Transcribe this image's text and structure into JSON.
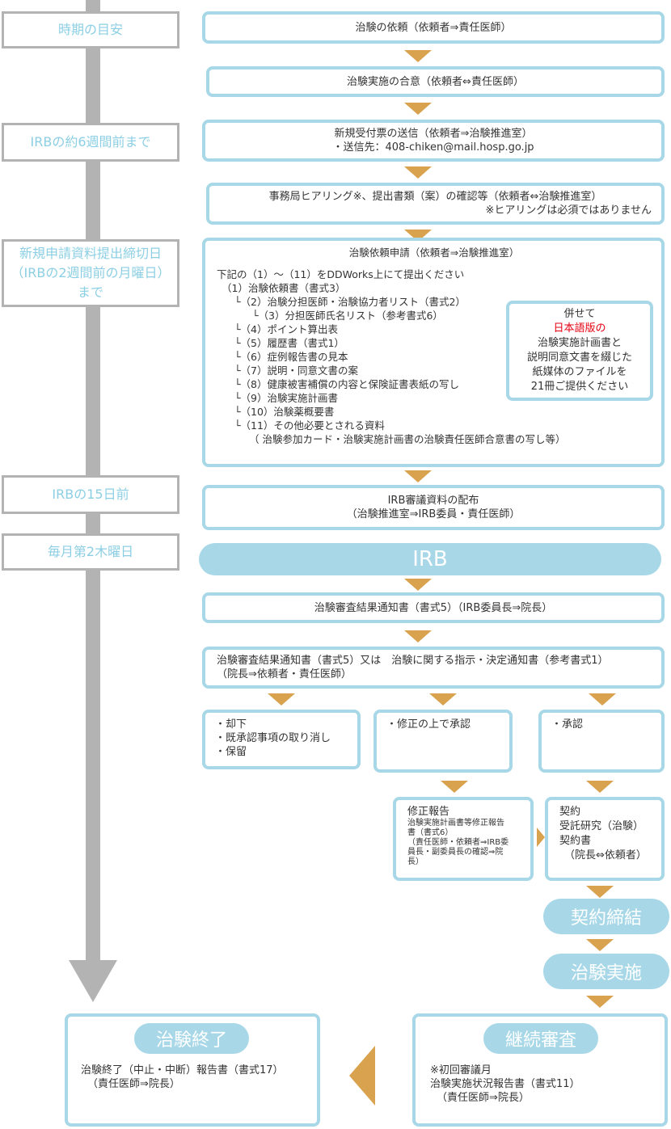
{
  "timeline": [
    "時期の目安",
    "IRBの約6週間前まで",
    "新規申請資料提出締切日（IRBの2週間前の月曜日）まで",
    "IRBの15日前",
    "毎月第2木曜日"
  ],
  "step1": "治験の依頼（依頼者⇒責任医師）",
  "step2": "治験実施の合意（依頼者⇔責任医師）",
  "step3": {
    "line1": "新規受付票の送信（依頼者⇒治験推進室）",
    "line2": "・送信先：408-chiken@mail.hosp.go.jp"
  },
  "step4": {
    "line1": "事務局ヒアリング※、提出書類（案）の確認等（依頼者⇔治験推進室）",
    "line2": "※ヒアリングは必須ではありません"
  },
  "step5": {
    "title": "治験依頼申請（依頼者⇒治験推進室）",
    "intro": "下記の（1）～（11）をDDWorks上にて提出ください",
    "items": [
      "（1）治験依頼書（書式3）",
      "└（2）治験分担医師・治験協力者リスト（書式2）",
      "└（3）分担医師氏名リスト（参考書式6）",
      "└（4）ポイント算出表",
      "└（5）履歴書（書式1）",
      "└（6）症例報告書の見本",
      "└（7）説明・同意文書の案",
      "└（8）健康被害補償の内容と保険証書表紙の写し",
      "└（9）治験実施計画書",
      "└（10）治験薬概要書",
      "└（11）その他必要とされる資料",
      "（ 治験参加カード・治験実施計画書の治験責任医師合意書の写し等）"
    ],
    "note": {
      "line1": "併せて",
      "line2_red": "日本語版の",
      "line3": "治験実施計画書と",
      "line4": "説明同意文書を綴じた",
      "line5": "紙媒体のファイルを",
      "line6": "21冊ご提供ください"
    }
  },
  "step6": {
    "line1": "IRB審議資料の配布",
    "line2": "（治験推進室⇒IRB委員・責任医師）"
  },
  "irb_label": "IRB",
  "step7": "治験審査結果通知書（書式5）（IRB委員長⇒院長）",
  "step8": {
    "line1": "治験審査結果通知書（書式5）又は　治験に関する指示・決定通知書（参考書式1）",
    "line2": "（院長⇒依頼者・責任医師）"
  },
  "outcome1": [
    "・却下",
    "・既承認事項の取り消し",
    "・保留"
  ],
  "outcome2": "・修正の上で承認",
  "outcome3": "・承認",
  "revision": {
    "title": "修正報告",
    "line1": "治験実施計画書等修正報告",
    "line2": "書（書式6）",
    "line3": "（責任医師・依頼者⇒IRB委",
    "line4": "員長・副委員長の確認⇒院",
    "line5": "長）"
  },
  "contract": {
    "line1": "契約",
    "line2": "受託研究（治験）",
    "line3": "契約書",
    "line4": "（院長⇔依頼者）"
  },
  "contract_signed": "契約締結",
  "trial_conduct": "治験実施",
  "continuing": {
    "pill": "継続審査",
    "line1": "※初回審議月",
    "line2": "治験実施状況報告書（書式11）",
    "line3": "（責任医師⇒院長）"
  },
  "trial_end": {
    "pill": "治験終了",
    "line1": "治験終了（中止・中断）報告書（書式17）",
    "line2": "（責任医師⇒院長）"
  },
  "colors": {
    "box_border": "#a8d8e8",
    "arrow": "#d9a24f",
    "timeline_bar": "#b3b3b3",
    "label_text": "#8ccfe4",
    "emphasis": "#e60012"
  }
}
